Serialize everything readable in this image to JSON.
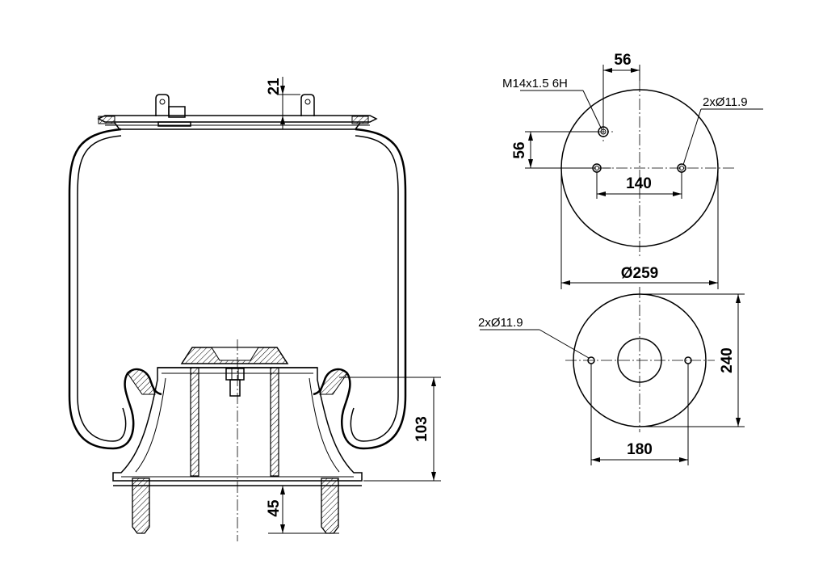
{
  "dimensions": {
    "top_height": "21",
    "base_height": "103",
    "stud_length": "45",
    "top_offset_x": "56",
    "top_offset_y": "56",
    "top_hole_spacing": "140",
    "top_diameter": "Ø259",
    "bottom_hole_spacing": "180",
    "bottom_height": "240"
  },
  "labels": {
    "air_connection": "M14x1.5 6H",
    "top_holes": "2xØ11.9",
    "bottom_holes": "2xØ11.9"
  }
}
